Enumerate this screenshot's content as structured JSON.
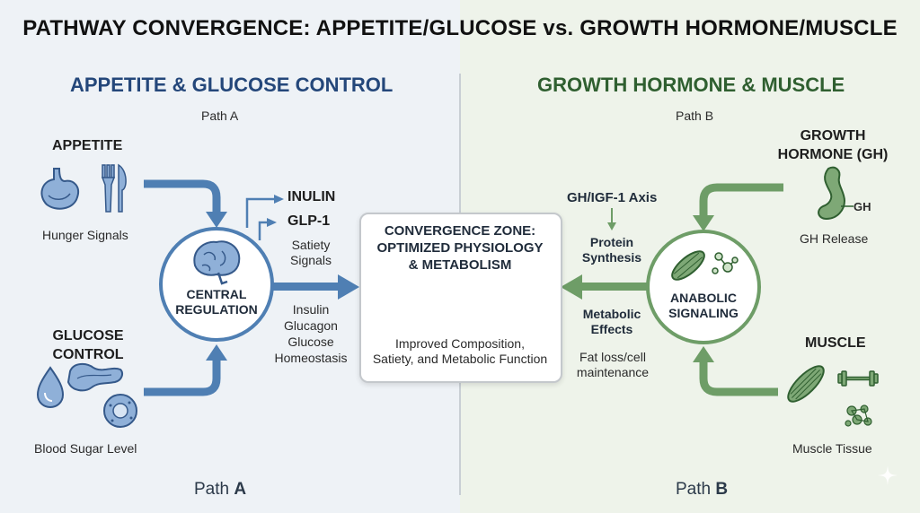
{
  "title": "PATHWAY CONVERGENCE: APPETITE/GLUCOSE vs. GROWTH HORMONE/MUSCLE",
  "left": {
    "heading": "APPETITE & GLUCOSE CONTROL",
    "subheading": "Path A",
    "appetite_label": "APPETITE",
    "appetite_caption": "Hunger Signals",
    "glucose_label_1": "GLUCOSE",
    "glucose_label_2": "CONTROL",
    "glucose_caption": "Blood Sugar Level",
    "central_1": "CENTRAL",
    "central_2": "REGULATION",
    "inulin": "INULIN",
    "glp1": "GLP-1",
    "satiety_1": "Satiety",
    "satiety_2": "Signals",
    "hormones_1": "Insulin",
    "hormones_2": "Glucagon",
    "hormones_3": "Glucose",
    "hormones_4": "Homeostasis",
    "path_prefix": "Path ",
    "path_letter": "A"
  },
  "right": {
    "heading": "GROWTH HORMONE & MUSCLE",
    "subheading": "Path B",
    "gh_label_1": "GROWTH",
    "gh_label_2": "HORMONE (GH)",
    "gh_icon_text": "GH",
    "gh_caption": "GH Release",
    "muscle_label": "MUSCLE",
    "muscle_caption": "Muscle Tissue",
    "anabolic_1": "ANABOLIC",
    "anabolic_2": "SIGNALING",
    "axis": "GH/IGF-1 Axis",
    "protein_1": "Protein",
    "protein_2": "Synthesis",
    "metabolic_1": "Metabolic",
    "metabolic_2": "Effects",
    "fat_1": "Fat loss/cell",
    "fat_2": "maintenance",
    "path_prefix": "Path ",
    "path_letter": "B"
  },
  "convergence": {
    "title_1": "CONVERGENCE ZONE:",
    "title_2": "OPTIMIZED PHYSIOLOGY",
    "title_3": "& METABOLISM",
    "caption_1": "Improved Composition,",
    "caption_2": "Satiety, and Metabolic Function"
  },
  "colors": {
    "blue_arrow": "#4f7fb3",
    "green_arrow": "#6e9d67",
    "blue_heading": "#24477a",
    "green_heading": "#2f5f30"
  }
}
